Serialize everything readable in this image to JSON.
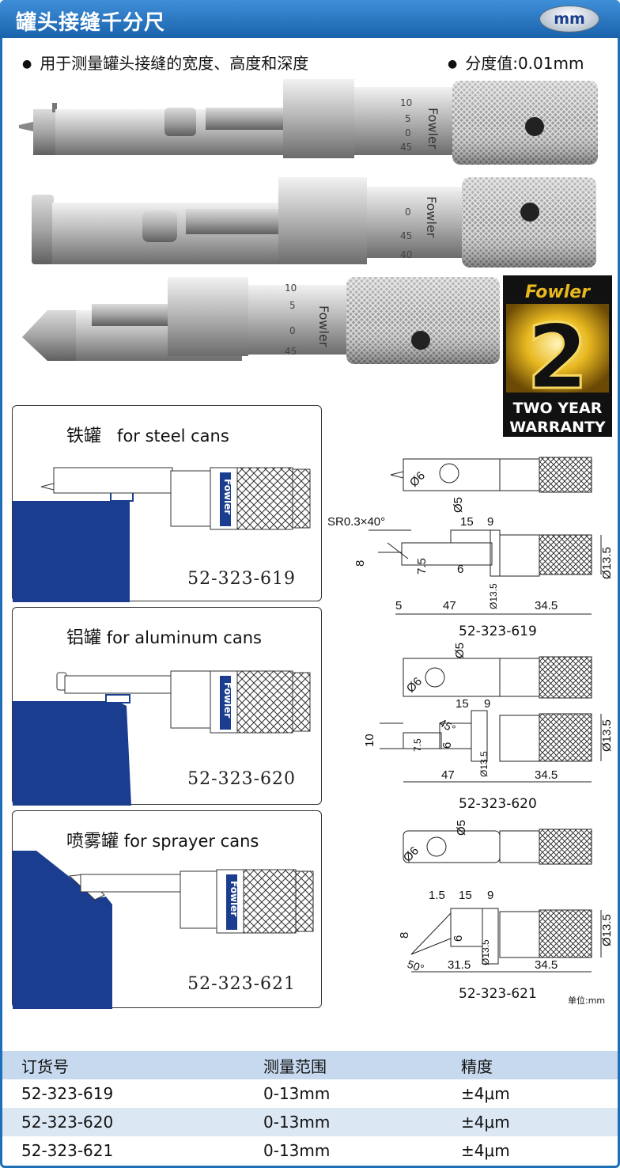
{
  "header": {
    "title": "罐头接缝千分尺",
    "unit_badge": "mm"
  },
  "features": [
    "用于测量罐头接缝的宽度、高度和深度",
    "分度值:0.01mm"
  ],
  "micrometer_photo": {
    "brand": "Fowler",
    "scale_marks": [
      "10",
      "5",
      "0",
      "45"
    ]
  },
  "warranty_badge": {
    "brand": "Fowler",
    "number": "2",
    "line1": "TWO YEAR",
    "line2": "WARRANTY"
  },
  "panels": [
    {
      "zh": "铁罐",
      "en": "for steel cans",
      "code": "52-323-619"
    },
    {
      "zh": "铝罐",
      "en": "for aluminum cans",
      "code": "52-323-620"
    },
    {
      "zh": "喷雾罐",
      "en": "for sprayer cans",
      "code": "52-323-621"
    }
  ],
  "thimble_label": "Fowler",
  "drawings": [
    {
      "code": "52-323-619",
      "dims": {
        "sphere": "Ø6",
        "dia5": "Ø5",
        "sr": "SR0.3×40°",
        "d15": "15",
        "d9": "9",
        "d8": "8",
        "d75": "7.5",
        "d6": "6",
        "d135a": "Ø13.5",
        "d135b": "Ø13.5",
        "d5": "5",
        "d47": "47",
        "d345": "34.5"
      }
    },
    {
      "code": "52-323-620",
      "dims": {
        "sphere": "Ø6",
        "dia5": "Ø5",
        "d15": "15",
        "d9": "9",
        "ang": "45°",
        "d10": "10",
        "d75": "7.5",
        "d6": "6",
        "d135a": "Ø13.5",
        "d135b": "Ø13.5",
        "d47": "47",
        "d345": "34.5"
      }
    },
    {
      "code": "52-323-621",
      "dims": {
        "sphere": "Ø6",
        "dia5": "Ø5",
        "d15a": "1.5",
        "d15": "15",
        "d9": "9",
        "d8": "8",
        "d6": "6",
        "ang": "50°",
        "d315": "31.5",
        "d135a": "Ø13.5",
        "d135b": "Ø13.5",
        "d345": "34.5"
      }
    }
  ],
  "unit_note": "单位:mm",
  "table": {
    "headers": [
      "订货号",
      "测量范围",
      "精度"
    ],
    "rows": [
      [
        "52-323-619",
        "0-13mm",
        "±4μm"
      ],
      [
        "52-323-620",
        "0-13mm",
        "±4μm"
      ],
      [
        "52-323-621",
        "0-13mm",
        "±4μm"
      ]
    ]
  },
  "colors": {
    "header_blue": "#1f6fb8",
    "can_blue": "#1a3d8f",
    "table_head": "#c7d9ef",
    "warranty_gold": "#e8b820"
  }
}
